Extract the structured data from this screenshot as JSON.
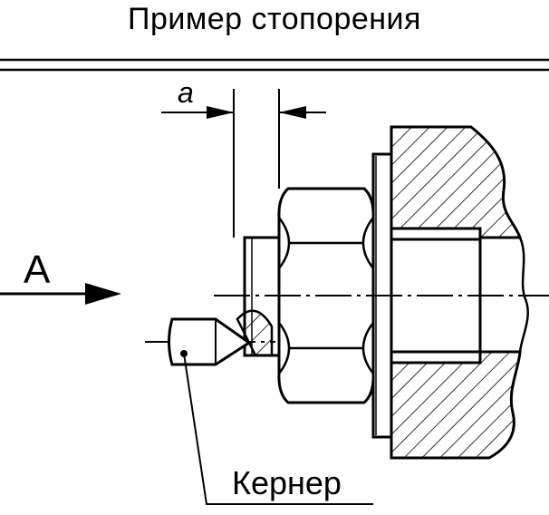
{
  "title": "Пример стопорения",
  "labels": {
    "dimension": "a",
    "view_arrow": "A",
    "punch": "Кернер"
  },
  "colors": {
    "line": "#000000",
    "background": "#ffffff"
  }
}
